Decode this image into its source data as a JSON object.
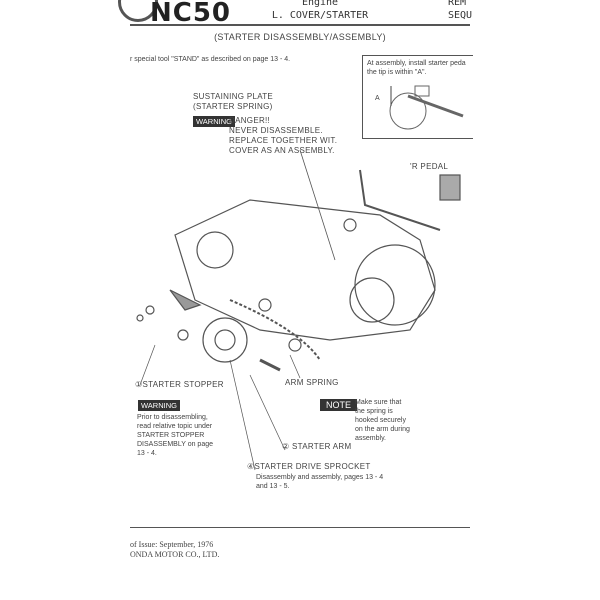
{
  "header": {
    "model": "NC50",
    "section": "Engine",
    "subsection": "L. COVER/STARTER",
    "right_top": "REM",
    "right_bottom": "SEQU"
  },
  "title": "(STARTER DISASSEMBLY/ASSEMBLY)",
  "intro": "r special tool \"STAND\" as described on page 13 - 4.",
  "assembly_box": {
    "line1": "At assembly, install starter peda",
    "line2": "the tip is within \"A\".",
    "label_a": "A"
  },
  "sustaining_plate": {
    "line1": "SUSTAINING PLATE",
    "line2": "(STARTER SPRING)",
    "warning_badge": "WARNING",
    "warning_lines": [
      "DANGER!!",
      "NEVER DISASSEMBLE.",
      "REPLACE TOGETHER WIT.",
      "COVER AS AN ASSEMBLY."
    ]
  },
  "labels": {
    "pedal": "'R PEDAL",
    "starter_stopper": "①STARTER STOPPER",
    "arm_spring": "ARM SPRING",
    "starter_arm": "② STARTER ARM",
    "sprocket": "④STARTER DRIVE SPROCKET",
    "sprocket_desc1": "Disassembly and assembly, pages 13 - 4",
    "sprocket_desc2": "and 13 - 5."
  },
  "warning2": {
    "badge": "WARNING",
    "lines": [
      "Prior to disassembling,",
      "read relative topic under",
      "STARTER STOPPER",
      "DISASSEMBLY on page",
      "13 - 4."
    ]
  },
  "note": {
    "badge": "NOTE",
    "lines": [
      "Make sure that",
      "the spring is",
      "hooked securely",
      "on the arm during",
      "assembly."
    ]
  },
  "footer": {
    "line1": "of Issue: September, 1976",
    "line2": "ONDA MOTOR CO., LTD."
  }
}
